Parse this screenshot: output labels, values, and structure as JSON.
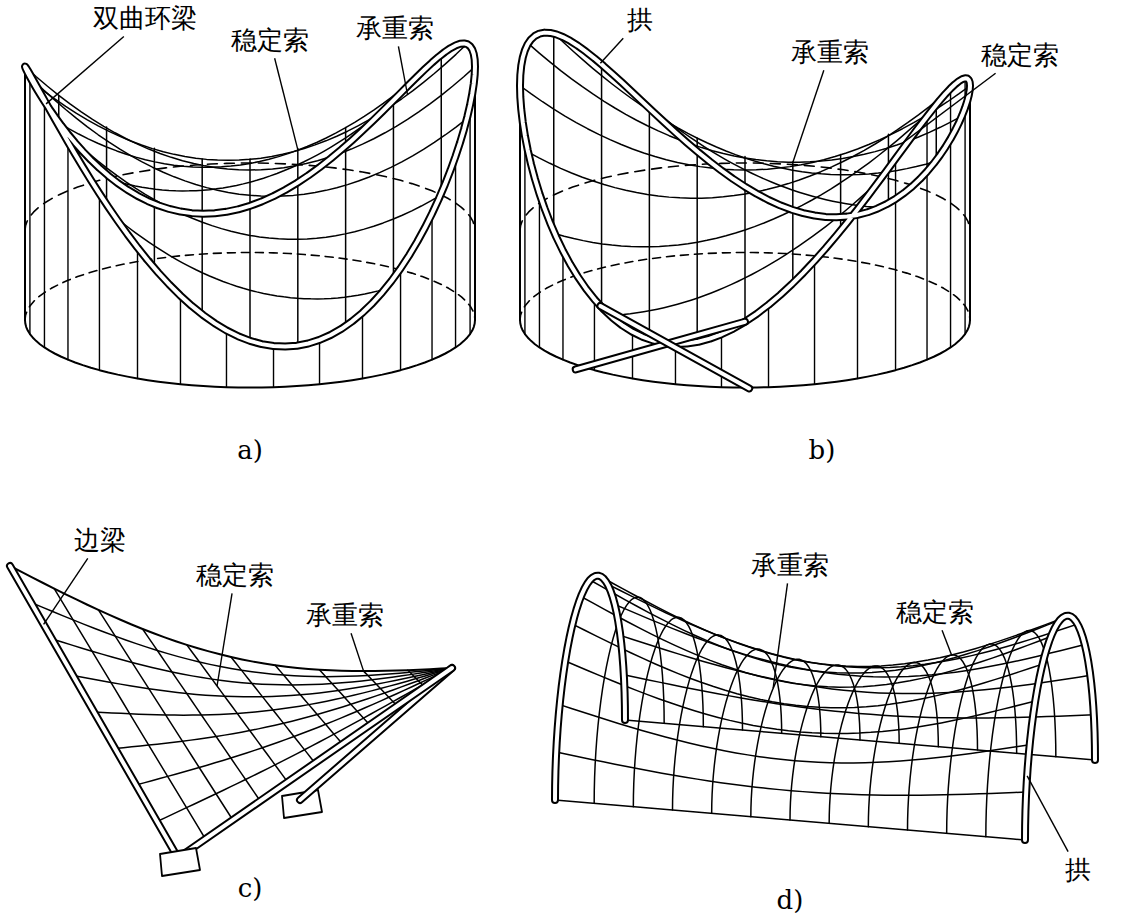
{
  "diagram": {
    "labels": [
      "双曲环梁",
      "稳定索",
      "承重索",
      "a)",
      "拱",
      "承重索",
      "稳定索",
      "b)",
      "边梁",
      "稳定索",
      "承重索",
      "c)",
      "承重索",
      "稳定索",
      "拱",
      "d)"
    ]
  }
}
